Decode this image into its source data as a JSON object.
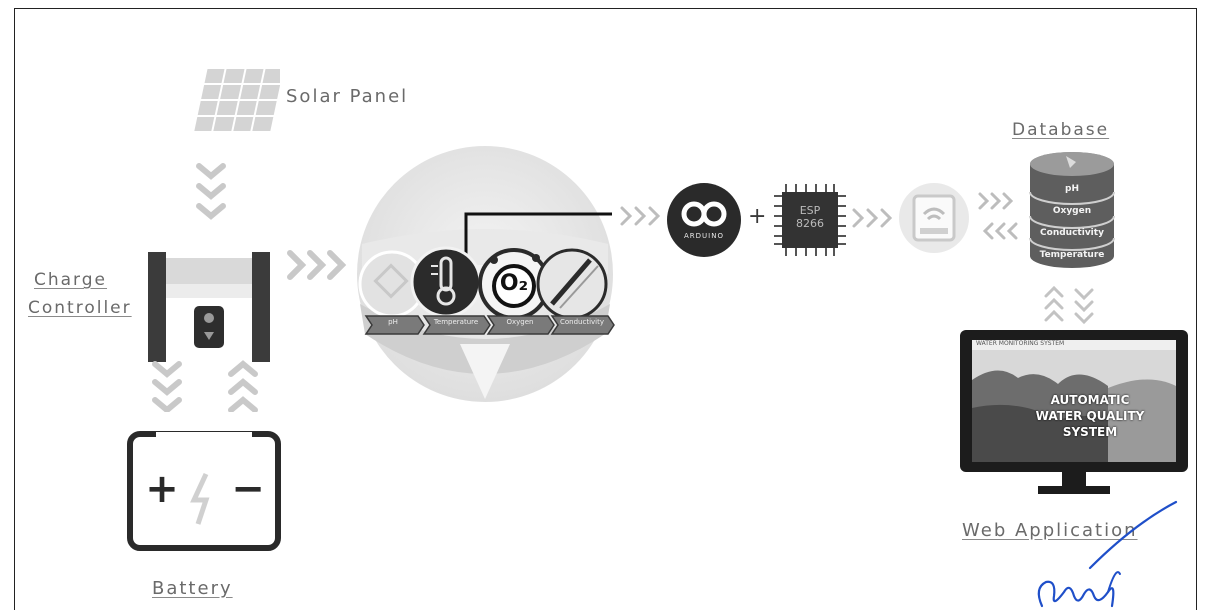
{
  "labels": {
    "solar_panel": "Solar Panel",
    "charge_controller_line1": "Charge",
    "charge_controller_line2": "Controller",
    "battery": "Battery",
    "database": "Database",
    "web_application": "Web Application"
  },
  "battery_symbols": {
    "plus": "+",
    "minus": "−"
  },
  "sensors": {
    "o2_label": "O₂",
    "tag_labels": [
      "pH",
      "Temperature",
      "Oxygen",
      "Conductivity"
    ]
  },
  "controller": {
    "arduino_label": "ARDUINO",
    "plus": "+",
    "esp_label_line1": "ESP",
    "esp_label_line2": "8266"
  },
  "database_layers": [
    "pH",
    "Oxygen",
    "Conductivity",
    "Temperature"
  ],
  "monitor": {
    "nav_title": "WATER MONITORING SYSTEM",
    "headline_line1": "AUTOMATIC",
    "headline_line2": "WATER QUALITY",
    "headline_line3": "SYSTEM"
  },
  "colors": {
    "label_gray": "#6a6a6a",
    "chevron_gray": "#c9c9c9",
    "dark": "#2a2a2a",
    "signature_blue": "#1f4fc9"
  }
}
